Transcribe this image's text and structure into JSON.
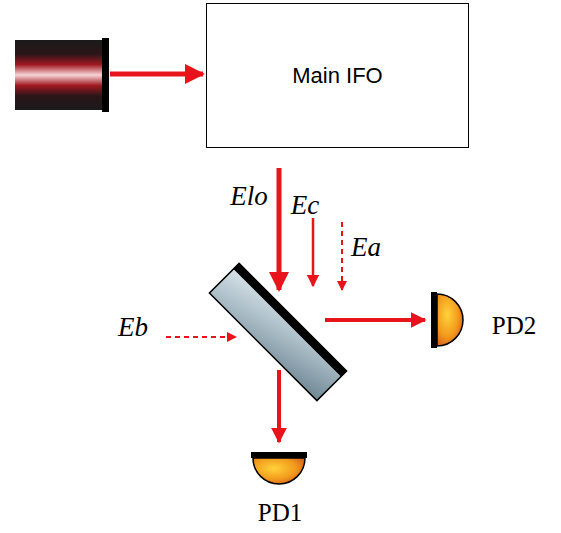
{
  "diagram": {
    "nodes": [
      {
        "text": [
          "Main IFO"
        ]
      }
    ],
    "labels": [
      "Elo",
      "Ec",
      "Ea",
      "Eb",
      "PD2",
      "PD1"
    ]
  }
}
